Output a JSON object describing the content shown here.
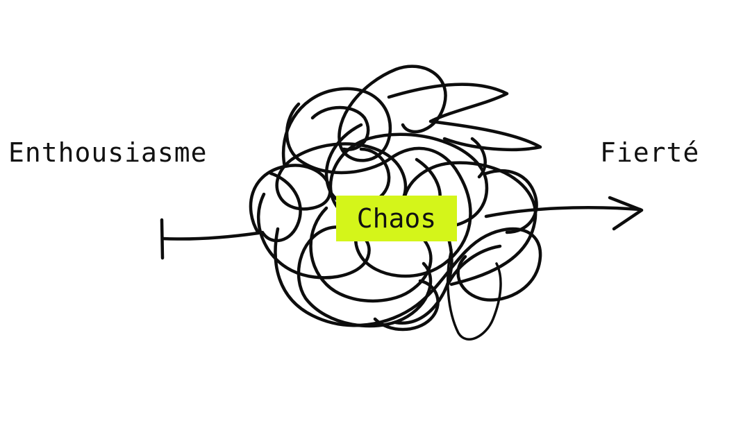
{
  "diagram": {
    "start_label": "Enthousiasme",
    "middle_label": "Chaos",
    "end_label": "Fierté",
    "highlight_color": "#d4f51a",
    "ink_color": "#0d0d0d"
  }
}
